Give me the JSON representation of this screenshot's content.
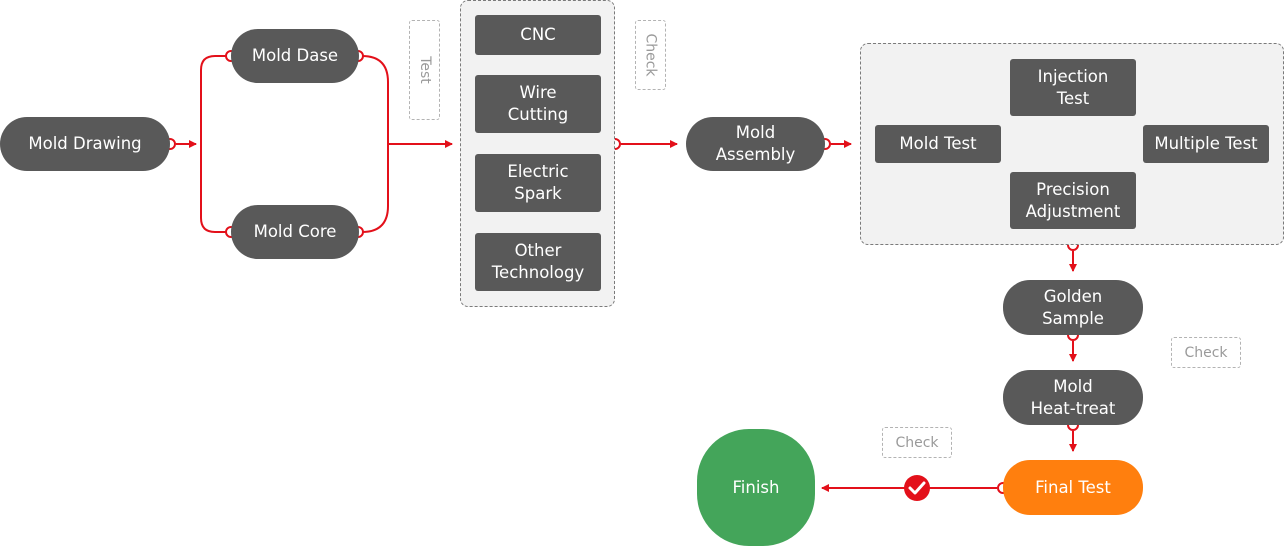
{
  "nodes": {
    "mold_drawing": "Mold Drawing",
    "mold_dase": "Mold Dase",
    "mold_core": "Mold Core",
    "cnc": "CNC",
    "wire_cutting": [
      "Wire",
      "Cutting"
    ],
    "electric_spark": [
      "Electric",
      "Spark"
    ],
    "other_technology": [
      "Other",
      "Technology"
    ],
    "mold_assembly": [
      "Mold",
      "Assembly"
    ],
    "injection_test": [
      "Injection",
      "Test"
    ],
    "mold_test": "Mold Test",
    "multiple_test": "Multiple Test",
    "precision_adjustment": [
      "Precision",
      "Adjustment"
    ],
    "golden_sample": [
      "Golden",
      "Sample"
    ],
    "mold_heat_treat": [
      "Mold",
      "Heat-treat"
    ],
    "final_test": "Final Test",
    "finish": "Finish"
  },
  "tags": {
    "test": "Test",
    "check_machining": "Check",
    "check_golden": "Check",
    "check_final": "Check"
  },
  "colors": {
    "node_fill": "#595959",
    "connector_red": "#e3101a",
    "group_fill": "#f2f2f2",
    "final_test_fill": "#ff7f0e",
    "finish_fill": "#44a55a"
  }
}
